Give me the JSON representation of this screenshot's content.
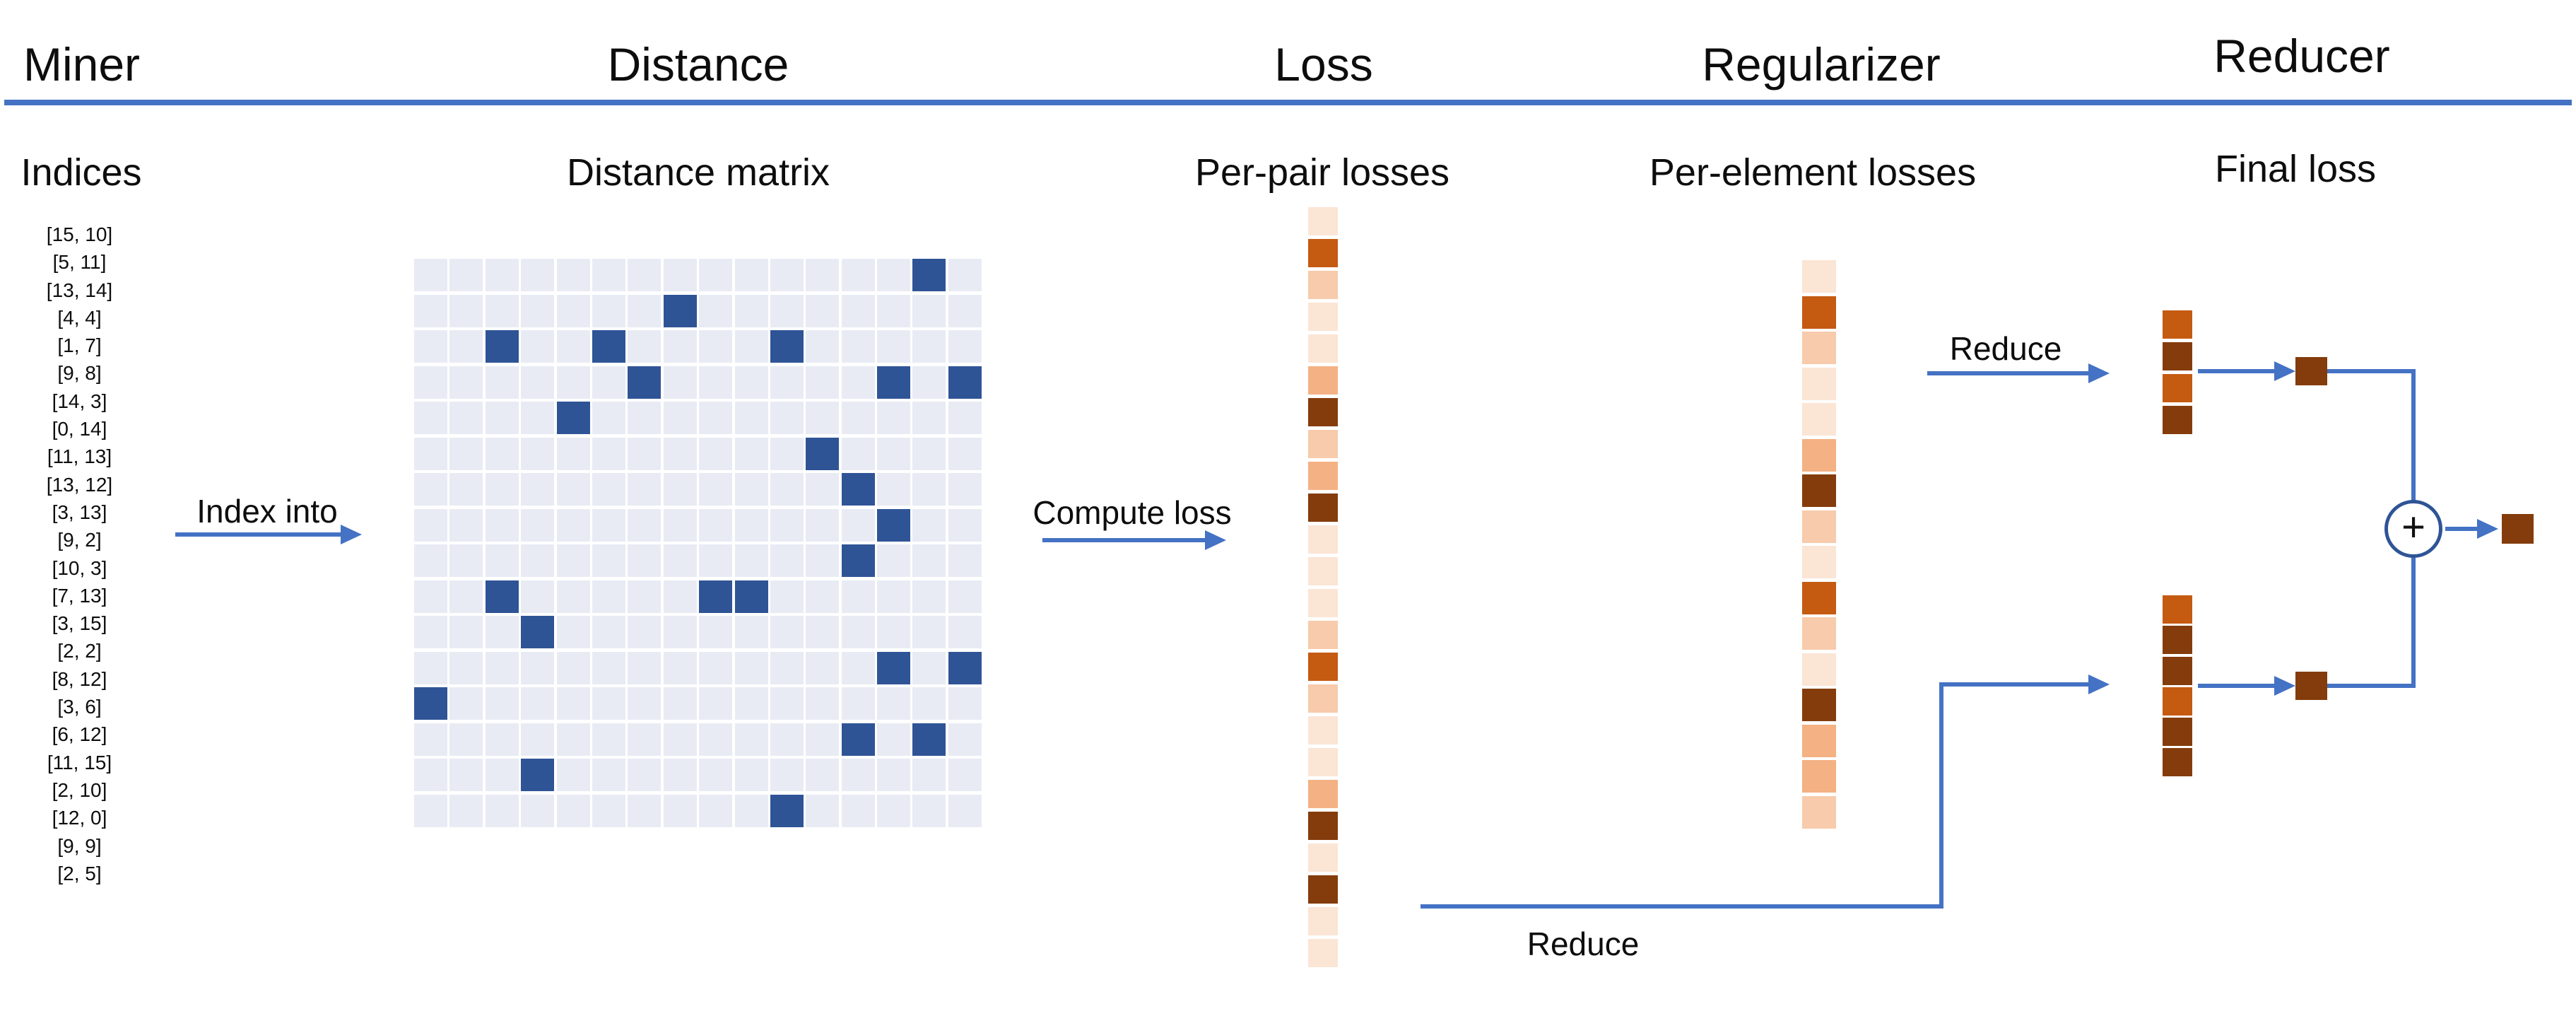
{
  "stages": [
    {
      "title": "Miner",
      "subtitle": "Indices"
    },
    {
      "title": "Distance",
      "subtitle": "Distance matrix"
    },
    {
      "title": "Loss",
      "subtitle": "Per-pair losses"
    },
    {
      "title": "Regularizer",
      "subtitle": "Per-element losses"
    },
    {
      "title": "Reducer",
      "subtitle": "Final loss"
    }
  ],
  "labels": {
    "index_into": "Index into",
    "compute_loss": "Compute loss",
    "reduce_top": "Reduce",
    "reduce_bottom": "Reduce",
    "plus_sign": "+"
  },
  "indices": [
    "[15, 10]",
    "[5, 11]",
    "[13, 14]",
    "[4,  4]",
    "[1,  7]",
    "[9,  8]",
    "[14,  3]",
    "[0, 14]",
    "[11, 13]",
    "[13, 12]",
    "[3, 13]",
    "[9,  2]",
    "[10,  3]",
    "[7, 13]",
    "[3, 15]",
    "[2,  2]",
    "[8, 12]",
    "[3,  6]",
    "[6, 12]",
    "[11, 15]",
    "[2, 10]",
    "[12,  0]",
    "[9,  9]",
    "[2,  5]"
  ],
  "matrix": {
    "rows": 16,
    "cols": 16,
    "highlighted_cells": [
      [
        15,
        10
      ],
      [
        5,
        11
      ],
      [
        13,
        14
      ],
      [
        4,
        4
      ],
      [
        1,
        7
      ],
      [
        9,
        8
      ],
      [
        14,
        3
      ],
      [
        0,
        14
      ],
      [
        11,
        13
      ],
      [
        13,
        12
      ],
      [
        3,
        13
      ],
      [
        9,
        2
      ],
      [
        10,
        3
      ],
      [
        7,
        13
      ],
      [
        3,
        15
      ],
      [
        2,
        2
      ],
      [
        8,
        12
      ],
      [
        3,
        6
      ],
      [
        6,
        12
      ],
      [
        11,
        15
      ],
      [
        2,
        10
      ],
      [
        12,
        0
      ],
      [
        9,
        9
      ],
      [
        2,
        5
      ]
    ]
  },
  "per_pair_losses": [
    "#FBE5D5",
    "#C55A11",
    "#F7CBAC",
    "#FBE5D5",
    "#FBE5D5",
    "#F4B183",
    "#843C0C",
    "#F7CBAC",
    "#F4B183",
    "#843C0C",
    "#FBE5D5",
    "#FBE5D5",
    "#FBE5D5",
    "#F7CBAC",
    "#C55A11",
    "#F7CBAC",
    "#FBE5D5",
    "#FBE5D5",
    "#F4B183",
    "#843C0C",
    "#FBE5D5",
    "#843C0C",
    "#FBE5D5",
    "#FBE5D5"
  ],
  "per_element_losses": [
    "#FBE5D5",
    "#C55A11",
    "#F7CBAC",
    "#FBE5D5",
    "#FBE5D5",
    "#F4B183",
    "#843C0C",
    "#F7CBAC",
    "#FBE5D5",
    "#C55A11",
    "#F7CBAC",
    "#FBE5D5",
    "#843C0C",
    "#F4B183",
    "#F4B183",
    "#F7CBAC"
  ],
  "reduced_top": [
    "#C55A11",
    "#843C0C",
    "#C55A11",
    "#843C0C"
  ],
  "reduced_bottom": [
    "#C55A11",
    "#843C0C",
    "#843C0C",
    "#C55A11",
    "#843C0C",
    "#843C0C"
  ],
  "single_top_cell": "#843C0C",
  "single_bottom_cell": "#843C0C",
  "final_loss_cell": "#843C0C",
  "colors": {
    "accent_blue": "#4472C4",
    "matrix_cell": "#E9EBF4",
    "matrix_highlight": "#2F5496",
    "orange_palette": [
      "#FBE5D5",
      "#F7CBAC",
      "#F4B183",
      "#ED7D31",
      "#C55A11",
      "#843C0C"
    ]
  }
}
